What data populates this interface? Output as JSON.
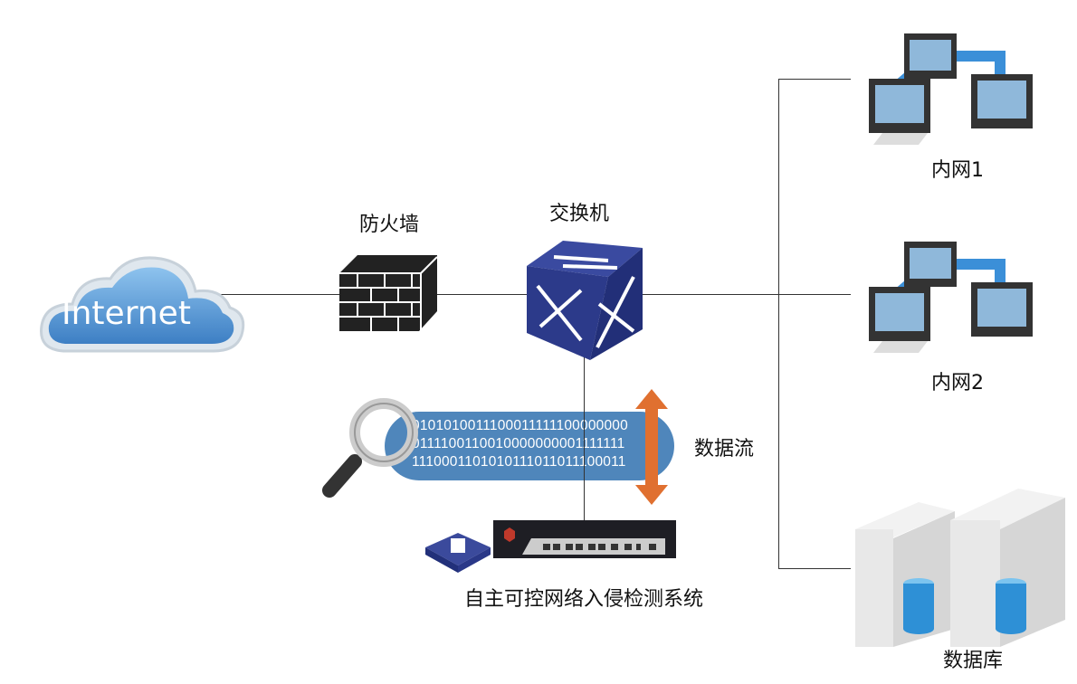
{
  "nodes": {
    "internet": {
      "label": "Internet"
    },
    "firewall": {
      "label": "防火墙"
    },
    "switch": {
      "label": "交换机"
    },
    "intranet1": {
      "label": "内网1"
    },
    "intranet2": {
      "label": "内网2"
    },
    "database": {
      "label": "数据库"
    },
    "ids": {
      "label": "自主可控网络入侵检测系统"
    },
    "dataflow": {
      "label": "数据流"
    }
  },
  "binary": [
    "0101010011100011111100000000",
    "0111100110010000000001111111",
    "1110001101010111011011100011"
  ],
  "colors": {
    "cloud": "#5b9bd5",
    "stream": "#4f86bb",
    "arrow": "#e07030",
    "device": "#2e3a8c"
  }
}
